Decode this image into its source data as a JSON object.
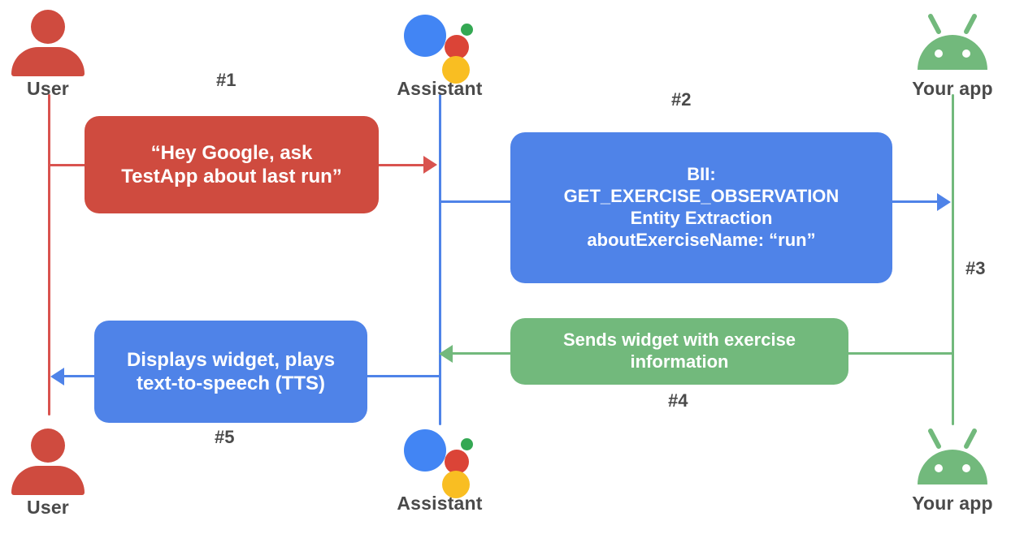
{
  "diagram": {
    "title": "Google Assistant App Actions sequence diagram",
    "colors": {
      "red": "#CF4B3F",
      "blue": "#4F83E8",
      "green": "#72B97C",
      "assistant_blue_dot": "#4285F4",
      "assistant_red_dot": "#DB4437",
      "assistant_green_dot": "#34A853",
      "assistant_yellow_dot": "#F9BE22",
      "label_gray": "#4a4a4a",
      "background": "#ffffff"
    }
  },
  "actors": {
    "user_top": "User",
    "assistant_top": "Assistant",
    "app_top": "Your app",
    "user_bottom": "User",
    "assistant_bottom": "Assistant",
    "app_bottom": "Your app"
  },
  "steps": {
    "one": "#1",
    "two": "#2",
    "three": "#3",
    "four": "#4",
    "five": "#5"
  },
  "messages": {
    "user_query": {
      "line1": "“Hey Google, ask",
      "line2": "TestApp about last run”"
    },
    "bii": {
      "line1": "BII:",
      "line2": "GET_EXERCISE_OBSERVATION",
      "line3": "Entity Extraction",
      "line4": "aboutExerciseName: “run”"
    },
    "app_response": {
      "line1": "Sends widget with exercise",
      "line2": "information"
    },
    "assistant_response": {
      "line1": "Displays widget, plays",
      "line2": "text-to-speech (TTS)"
    }
  }
}
